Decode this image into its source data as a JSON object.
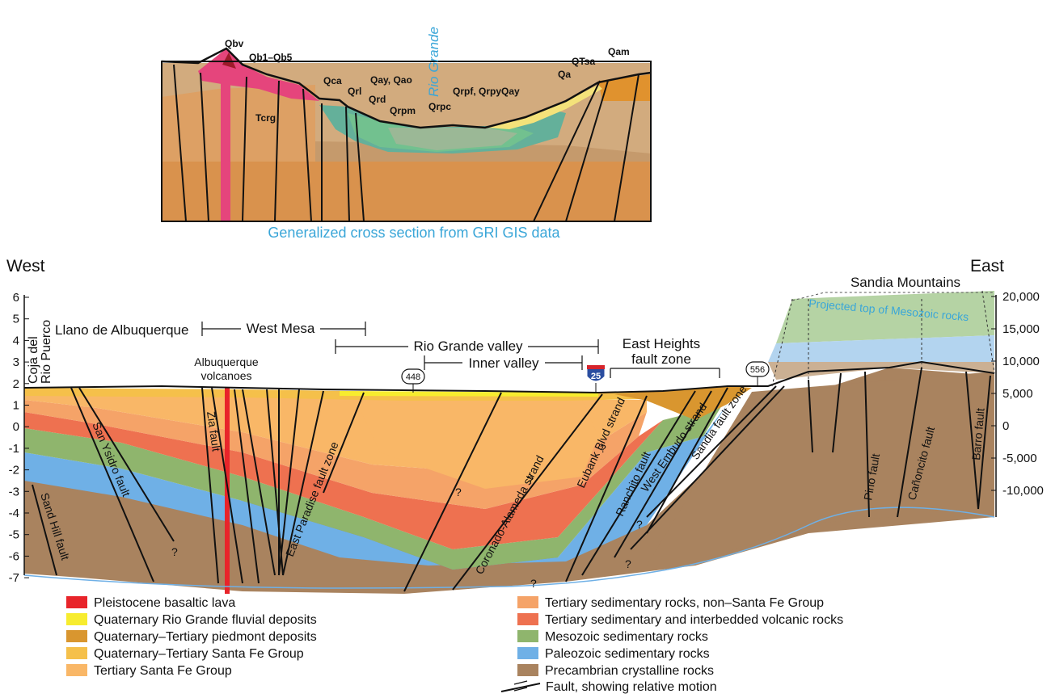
{
  "top_section": {
    "caption": "Generalized cross section from GRI GIS data",
    "river_label": "Rio Grande",
    "labels": {
      "qbv": "Qbv",
      "qb15": "Qb1–Qb5",
      "tcrg": "Tcrg",
      "qca": "Qca",
      "qrl": "Qrl",
      "qay_qao": "Qay, Qao",
      "qrd": "Qrd",
      "qrpm": "Qrpm",
      "qrpc": "Qrpc",
      "qrpf_qrpy": "Qrpf, Qrpy",
      "qay": "Qay",
      "qa": "Qa",
      "qtsa": "QTsa",
      "qam": "Qam"
    }
  },
  "main_section": {
    "west": "West",
    "east": "East",
    "left_axis_ticks": [
      "6",
      "5",
      "4",
      "3",
      "2",
      "1",
      "0",
      "-1",
      "-2",
      "-3",
      "-4",
      "-5",
      "-6",
      "-7"
    ],
    "right_axis_ticks": [
      "20,000",
      "15,000",
      "10,000",
      "5,000",
      "0",
      "-5,000",
      "-10,000"
    ],
    "places": {
      "coja1": "Coja del",
      "coja2": "Rio Puerco",
      "llano": "Llano de Albuquerque",
      "west_mesa": "West Mesa",
      "rio_grande_valley": "Rio Grande valley",
      "inner_valley": "Inner valley",
      "east_heights1": "East Heights",
      "east_heights2": "fault zone",
      "abq_volc1": "Albuquerque",
      "abq_volc2": "volcanoes",
      "sandia_mtns": "Sandia Mountains",
      "projected_top": "Projected top of Mesozoic rocks"
    },
    "route_shields": {
      "r448": "448",
      "i25": "25",
      "r556": "556"
    },
    "faults": {
      "sand_hill": "Sand Hill fault",
      "san_ysidro": "San Ysidro fault",
      "zia": "Zia fault",
      "east_paradise": "East Paradise fault zone",
      "coronado": "Coronado-Alameda strand",
      "eubank": "Eubank Blvd strand",
      "ranchito": "Ranchito fault",
      "west_embudo": "West Embudo strand",
      "sandia": "Sandia fault zone",
      "pino": "Pino fault",
      "canoncito": "Cañoncito fault",
      "barro": "Barro fault"
    },
    "question_mark": "?"
  },
  "legend": {
    "left": [
      {
        "label": "Pleistocene basaltic lava",
        "color": "#e8242a"
      },
      {
        "label": "Quaternary Rio Grande fluvial deposits",
        "color": "#f7ec2f"
      },
      {
        "label": "Quaternary–Tertiary piedmont deposits",
        "color": "#d9962f"
      },
      {
        "label": "Quaternary–Tertiary Santa Fe Group",
        "color": "#f5c04a"
      },
      {
        "label": "Tertiary Santa Fe Group",
        "color": "#f9b767"
      }
    ],
    "right": [
      {
        "label": "Tertiary sedimentary rocks, non–Santa Fe Group",
        "color": "#f5a368"
      },
      {
        "label": "Tertiary sedimentary and interbedded volcanic rocks",
        "color": "#ee7150"
      },
      {
        "label": "Mesozoic sedimentary rocks",
        "color": "#8fb56d"
      },
      {
        "label": "Paleozoic sedimentary rocks",
        "color": "#6fb0e6"
      },
      {
        "label": "Precambrian crystalline rocks",
        "color": "#a9835f"
      }
    ],
    "fault_label": "Fault, showing relative motion"
  },
  "colors": {
    "basalt": "#e8242a",
    "fluvial": "#f7ec2f",
    "piedmont": "#d9962f",
    "qt_santa_fe": "#f5c04a",
    "t_santa_fe": "#f9b767",
    "t_non_sf": "#f5a368",
    "t_volc": "#ee7150",
    "mesozoic": "#8fb56d",
    "paleozoic": "#6fb0e6",
    "precambrian": "#a9835f",
    "caption_blue": "#3aa6d8"
  }
}
